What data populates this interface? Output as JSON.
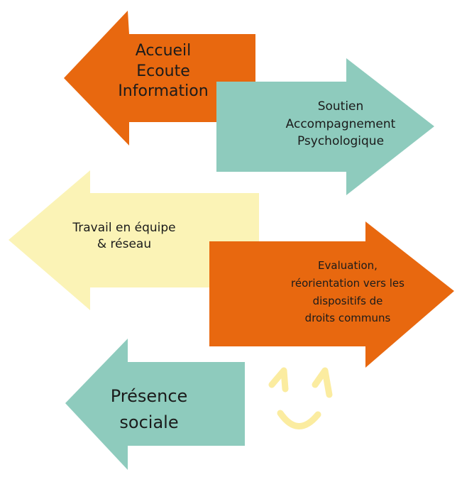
{
  "colors": {
    "orange": "#e8680f",
    "teal": "#8ecbbd",
    "cream": "#fbf3b6",
    "smiley": "#fbeca0"
  },
  "arrows": [
    {
      "id": "accueil",
      "direction": "left",
      "color": "orange",
      "lines": [
        "Accueil",
        "Ecoute",
        "Information"
      ]
    },
    {
      "id": "soutien",
      "direction": "right",
      "color": "teal",
      "lines": [
        "Soutien",
        "Accompagnement",
        "Psychologique"
      ]
    },
    {
      "id": "travail",
      "direction": "left",
      "color": "cream",
      "lines": [
        "Travail en équipe",
        "& réseau"
      ]
    },
    {
      "id": "evaluation",
      "direction": "right",
      "color": "orange",
      "lines": [
        "Evaluation,",
        "réorientation vers les",
        "dispositifs de",
        "droits communs"
      ]
    },
    {
      "id": "presence",
      "direction": "left",
      "color": "teal",
      "lines": [
        "Présence",
        "sociale"
      ]
    }
  ],
  "decoration": {
    "icon": "smiley-face-icon"
  }
}
